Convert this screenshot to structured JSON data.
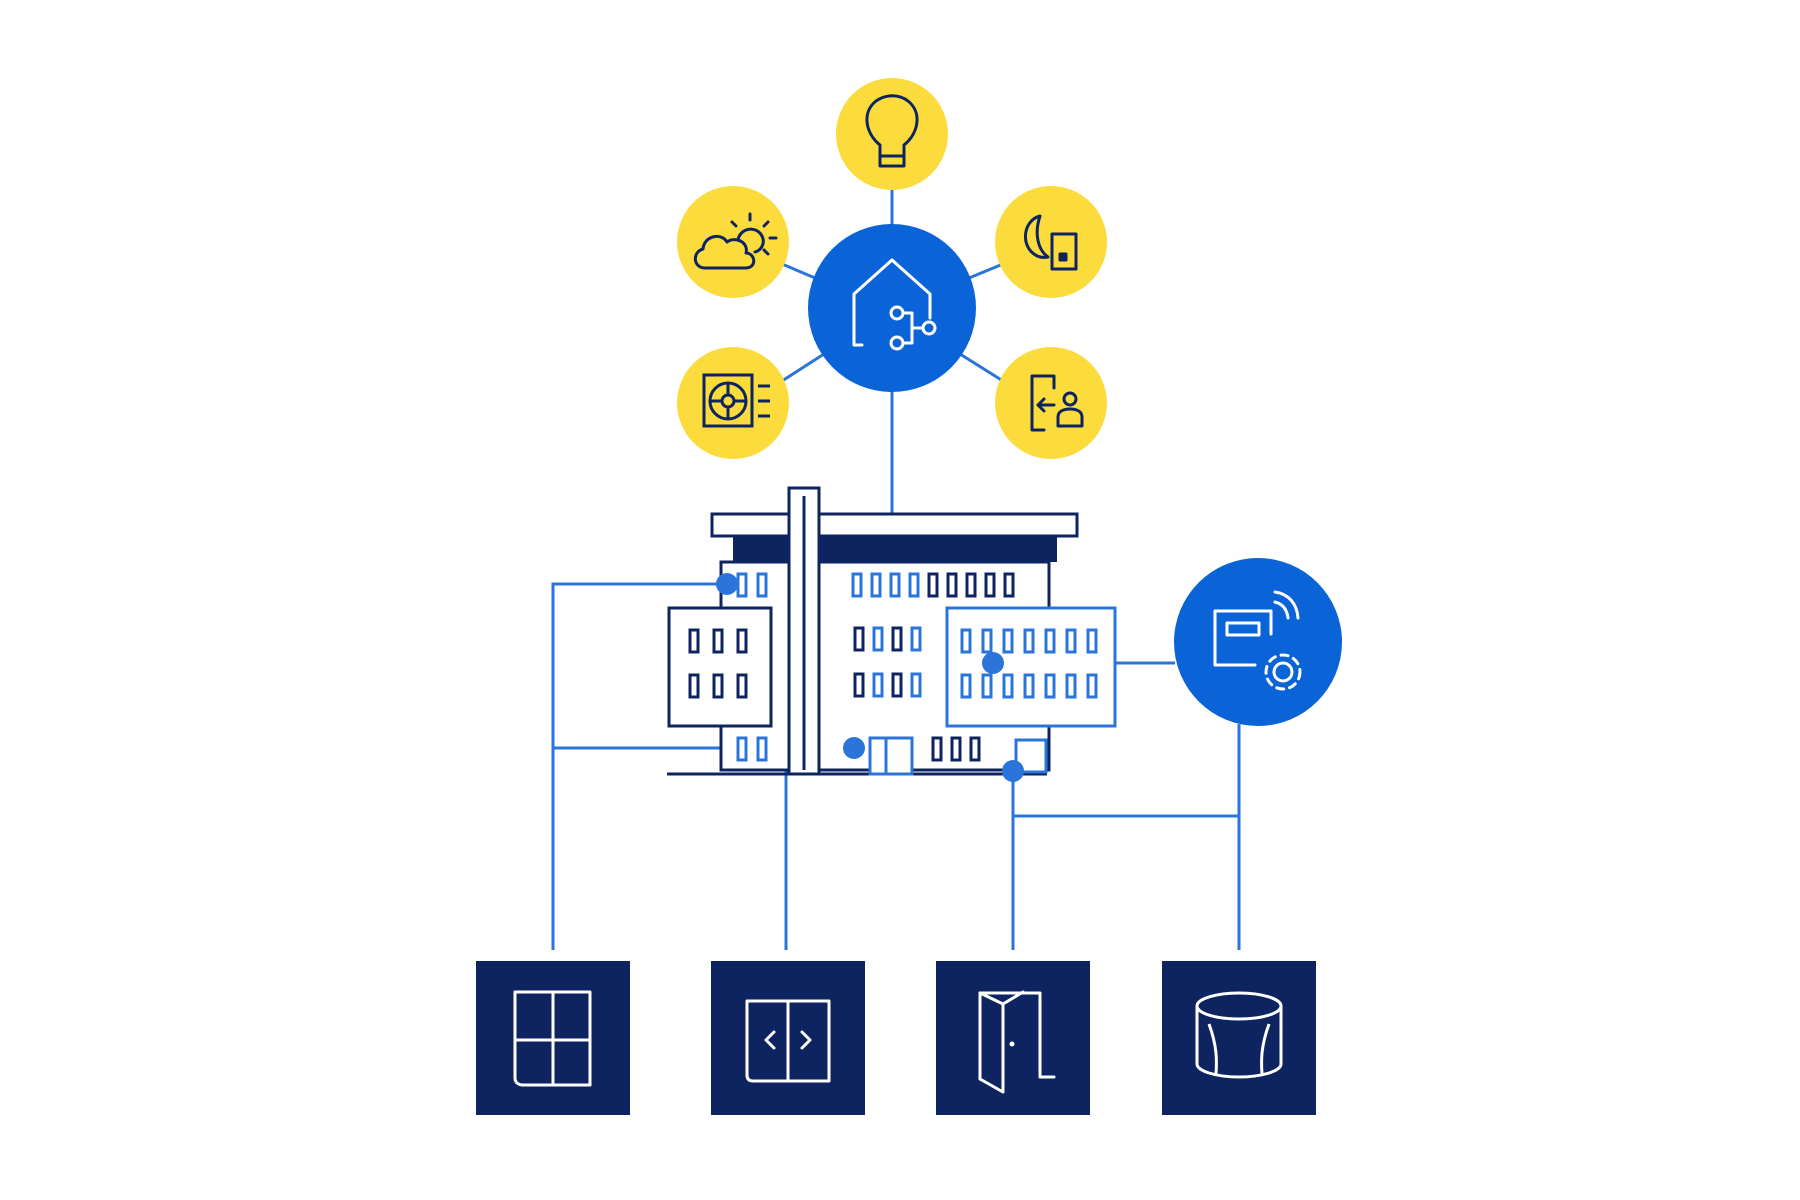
{
  "colors": {
    "background": "#ffffff",
    "yellow": "#fbdc3c",
    "blue": "#0a64d8",
    "line_blue": "#2b74d9",
    "navy": "#0d2461",
    "white": "#ffffff"
  },
  "hub": {
    "icon": "smart-home-hub-icon"
  },
  "satellites": [
    {
      "id": "lighting",
      "icon": "light-bulb-icon"
    },
    {
      "id": "weather",
      "icon": "weather-sun-cloud-icon"
    },
    {
      "id": "night",
      "icon": "night-moon-device-icon"
    },
    {
      "id": "ventilation",
      "icon": "fan-unit-icon"
    },
    {
      "id": "access",
      "icon": "person-exit-door-icon"
    }
  ],
  "controller": {
    "icon": "wireless-controller-gear-icon"
  },
  "building": {
    "icon": "office-building-icon"
  },
  "tiles": [
    {
      "id": "window",
      "icon": "window-icon"
    },
    {
      "id": "sliding-door",
      "icon": "sliding-door-icon"
    },
    {
      "id": "swing-door",
      "icon": "swing-door-icon"
    },
    {
      "id": "revolving-door",
      "icon": "revolving-door-icon"
    }
  ]
}
